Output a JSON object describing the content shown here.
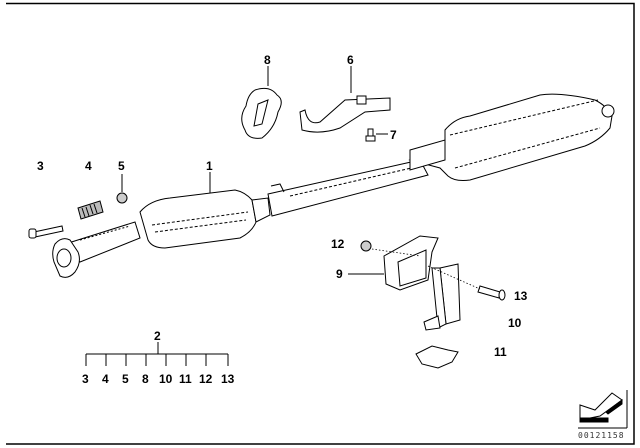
{
  "diagram": {
    "title": "Exhaust system parts diagram",
    "callouts": [
      {
        "id": "1",
        "part": "catalytic-converter-pipe"
      },
      {
        "id": "2",
        "part": "mounting-kit"
      },
      {
        "id": "3",
        "part": "bolt"
      },
      {
        "id": "4",
        "part": "spring"
      },
      {
        "id": "5",
        "part": "nut"
      },
      {
        "id": "6",
        "part": "bracket"
      },
      {
        "id": "7",
        "part": "screw"
      },
      {
        "id": "8",
        "part": "rubber-mounting"
      },
      {
        "id": "9",
        "part": "rubber-mount"
      },
      {
        "id": "10",
        "part": "holder"
      },
      {
        "id": "11",
        "part": "clamp"
      },
      {
        "id": "12",
        "part": "nut"
      },
      {
        "id": "13",
        "part": "bolt"
      }
    ],
    "kit_group": {
      "parent": "2",
      "children": [
        "3",
        "4",
        "5",
        "8",
        "10",
        "11",
        "12",
        "13"
      ]
    },
    "catalog_number": "00121158",
    "line_color": "#000000",
    "background": "#ffffff"
  }
}
